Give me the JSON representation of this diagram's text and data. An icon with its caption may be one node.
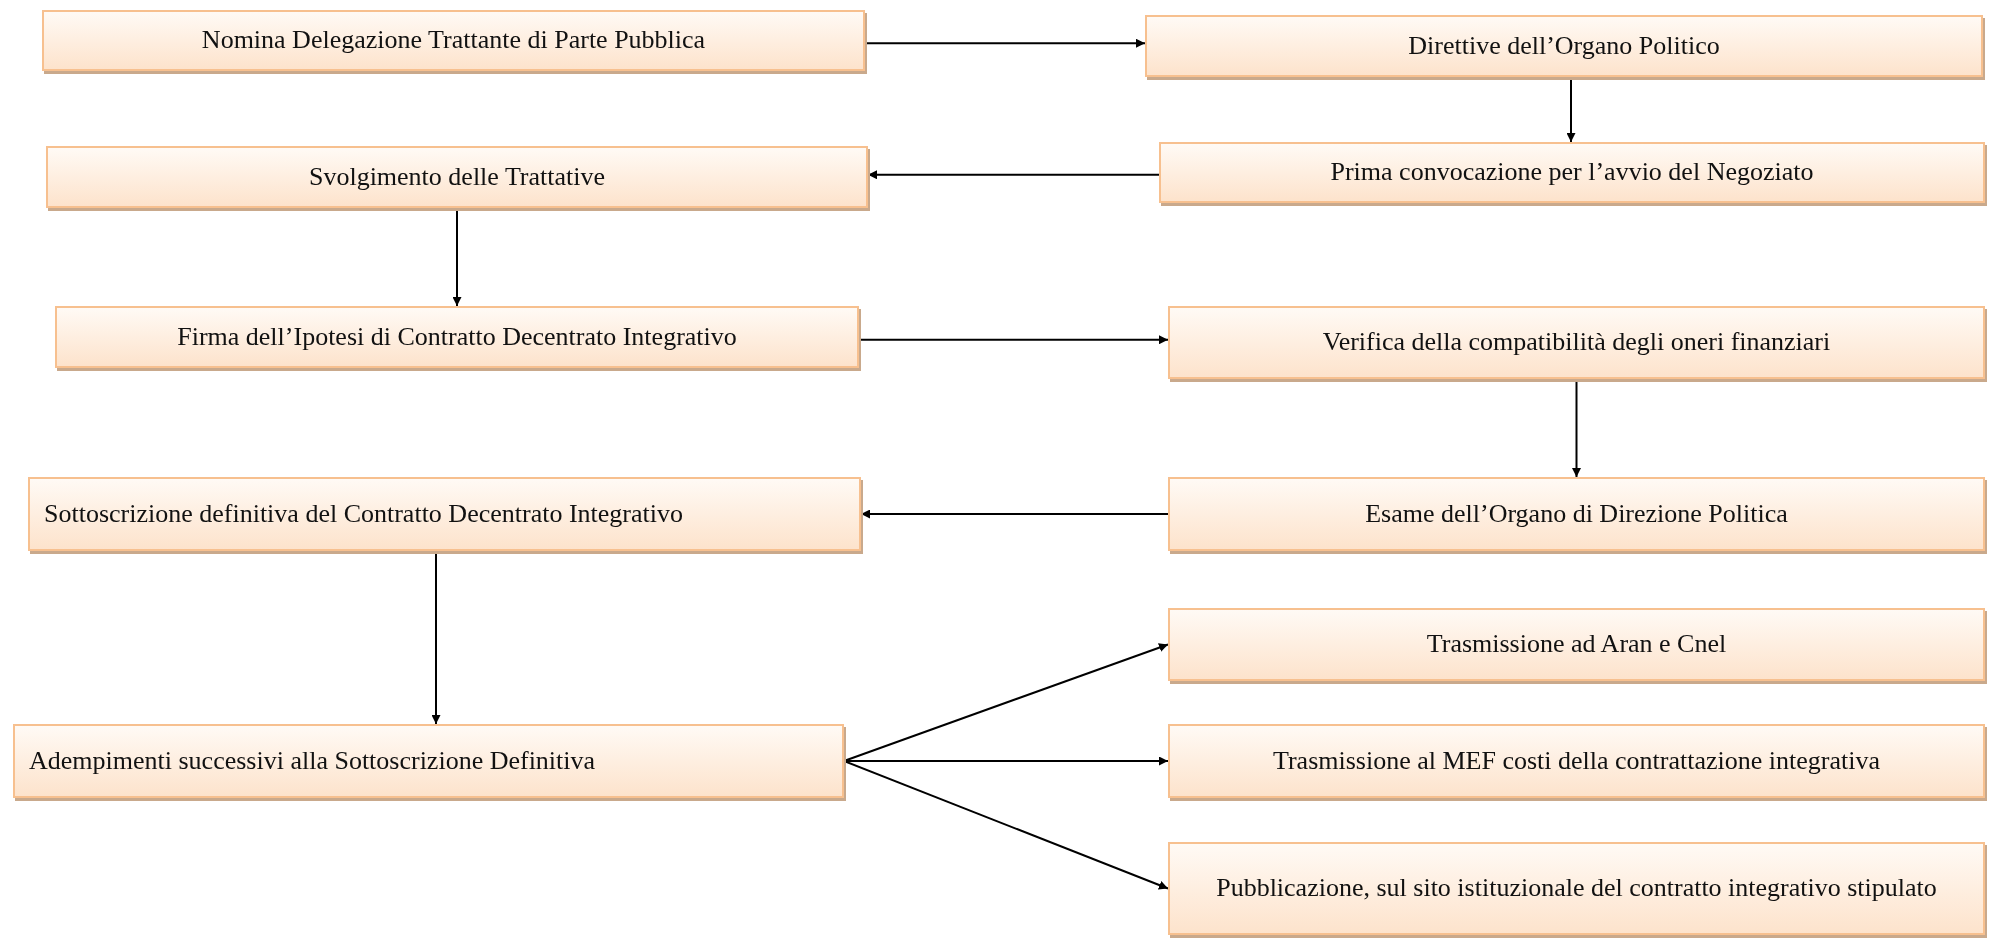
{
  "diagram": {
    "nodes": [
      {
        "text": [
          "Nomina Delegazione Trattante di Parte Pubblica"
        ]
      },
      {
        "text": [
          "Direttive dell’Organo Politico"
        ]
      },
      {
        "text": [
          "Svolgimento delle Trattative"
        ]
      },
      {
        "text": [
          "Prima convocazione per l’avvio del Negoziato"
        ]
      },
      {
        "text": [
          "Firma dell’Ipotesi di Contratto Decentrato Integrativo"
        ]
      },
      {
        "text": [
          "Verifica della compatibilità degli oneri finanziari"
        ]
      },
      {
        "text": [
          "Sottoscrizione definitiva del Contratto Decentrato Integrativo"
        ]
      },
      {
        "text": [
          "Esame dell’Organo di Direzione Politica"
        ]
      },
      {
        "text": [
          "Adempimenti successivi alla Sottoscrizione Definitiva"
        ]
      },
      {
        "text": [
          "Trasmissione ad Aran e Cnel"
        ]
      },
      {
        "text": [
          "Trasmissione al MEF costi della contrattazione integrativa"
        ]
      },
      {
        "text": [
          "Pubblicazione, sul sito istituzionale del contratto integrativo stipulato"
        ]
      }
    ],
    "edges": [
      {
        "from": 0,
        "to": 1,
        "arrow": "to"
      },
      {
        "from": 1,
        "to": 3,
        "arrow": "to"
      },
      {
        "from": 3,
        "to": 2,
        "arrow": "to"
      },
      {
        "from": 2,
        "to": 4,
        "arrow": "to"
      },
      {
        "from": 4,
        "to": 5,
        "arrow": "to"
      },
      {
        "from": 5,
        "to": 7,
        "arrow": "to"
      },
      {
        "from": 7,
        "to": 6,
        "arrow": "to"
      },
      {
        "from": 6,
        "to": 8,
        "arrow": "to"
      },
      {
        "from": 8,
        "to": 9,
        "arrow": "to"
      },
      {
        "from": 8,
        "to": 10,
        "arrow": "to"
      },
      {
        "from": 8,
        "to": 11,
        "arrow": "to"
      }
    ]
  }
}
